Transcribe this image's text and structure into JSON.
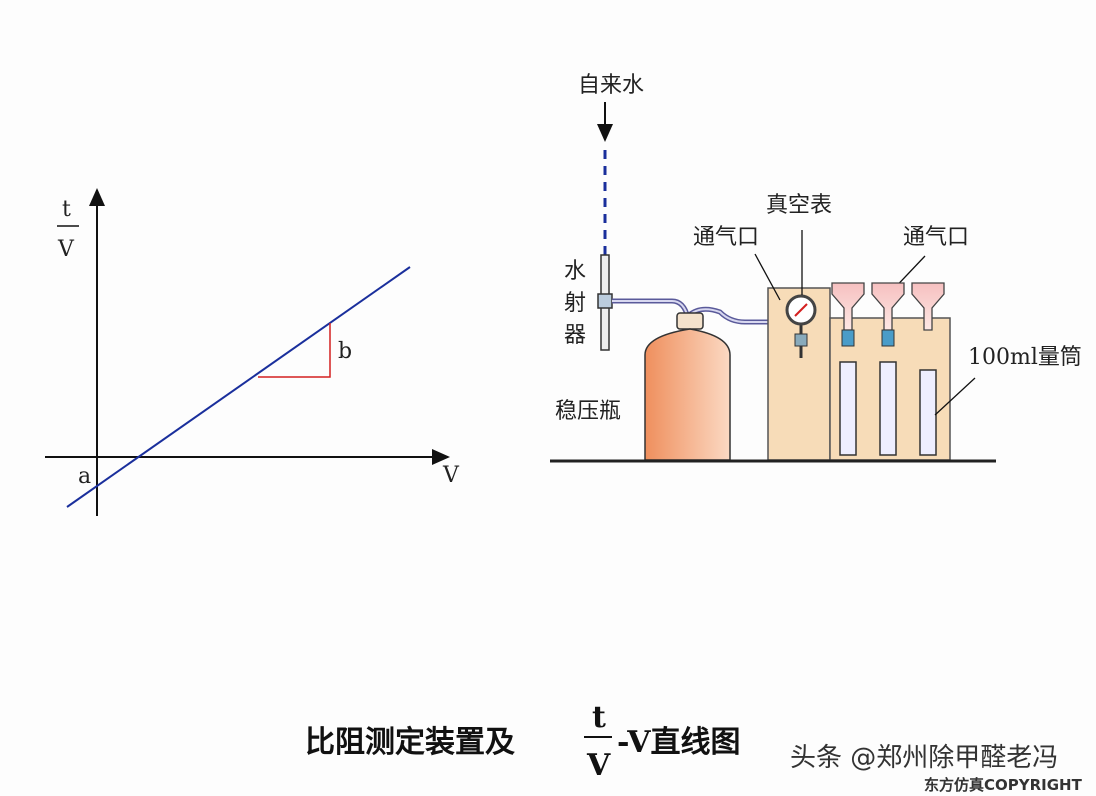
{
  "graph": {
    "y_label_num": "t",
    "y_label_den": "V",
    "x_label": "V",
    "intercept_label": "a",
    "slope_label": "b",
    "line_color": "#1a2f9c",
    "slope_color": "#d42020"
  },
  "apparatus": {
    "tap_water": "自来水",
    "aspirator": [
      "水",
      "射",
      "器"
    ],
    "ballast_bottle": "稳压瓶",
    "vacuum_gauge": "真空表",
    "vent_left": "通气口",
    "vent_right": "通气口",
    "cylinder": "100ml量筒",
    "tube_color": "#5a5a9a",
    "bottle_color": "#f3a27a",
    "box_color": "#f7dcb8"
  },
  "caption": {
    "prefix": "比阻测定装置及",
    "frac_num": "t",
    "frac_den": "V",
    "suffix": "-V直线图"
  },
  "watermark": {
    "line1": "头条 @郑州除甲醛老冯",
    "line2": "东方仿真COPYRIGHT"
  }
}
